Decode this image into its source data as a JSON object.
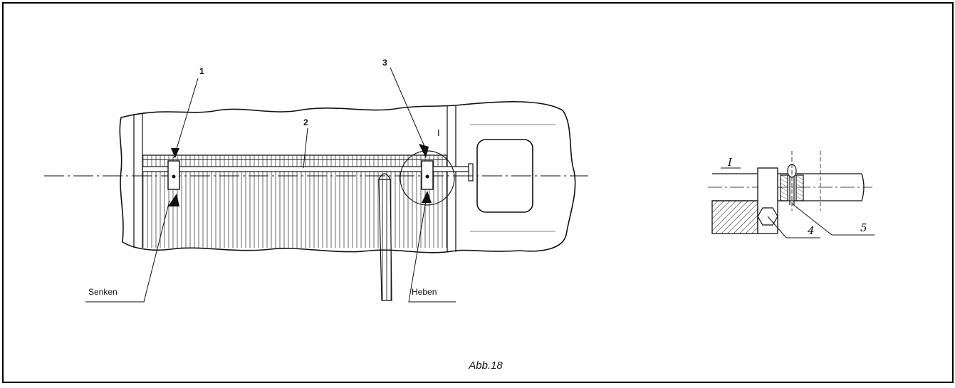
{
  "figure": {
    "caption": "Abb.18",
    "main_view": {
      "callouts": [
        "1",
        "2",
        "3"
      ],
      "detail_marker": "I",
      "label_lower": "Senken",
      "label_raise": "Heben"
    },
    "detail_view": {
      "detail_label": "I",
      "callouts": [
        "4",
        "5"
      ]
    }
  },
  "colors": {
    "ink": "#111111",
    "frame": "#000000",
    "paper": "#ffffff"
  }
}
